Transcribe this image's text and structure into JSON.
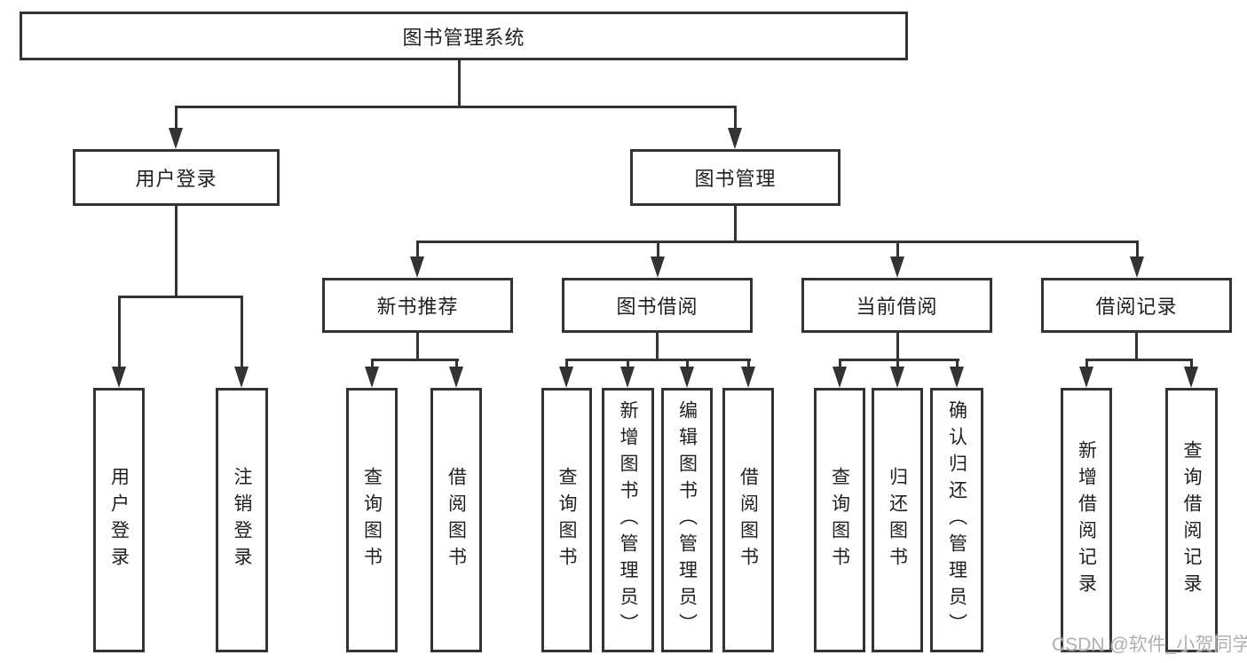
{
  "diagram": {
    "root": "图书管理系统",
    "level2": {
      "user_login": "用户登录",
      "book_mgmt": "图书管理"
    },
    "level3": {
      "new_book": "新书推荐",
      "book_borrow": "图书借阅",
      "current_borrow": "当前借阅",
      "borrow_record": "借阅记录"
    },
    "leaves": {
      "user_login": [
        "用户登录",
        "注销登录"
      ],
      "new_book": [
        "查询图书",
        "借阅图书"
      ],
      "book_borrow": [
        "查询图书",
        "新增图书（管理员）",
        "编辑图书（管理员）",
        "借阅图书"
      ],
      "current_borrow": [
        "查询图书",
        "归还图书",
        "确认归还（管理员）"
      ],
      "borrow_record": [
        "新增借阅记录",
        "查询借阅记录"
      ]
    }
  },
  "watermark": "CSDN @软件_小贺同学",
  "colors": {
    "line": "#333333",
    "text": "#1f1f1f",
    "watermark": "#b0b0b0",
    "background": "#ffffff"
  }
}
